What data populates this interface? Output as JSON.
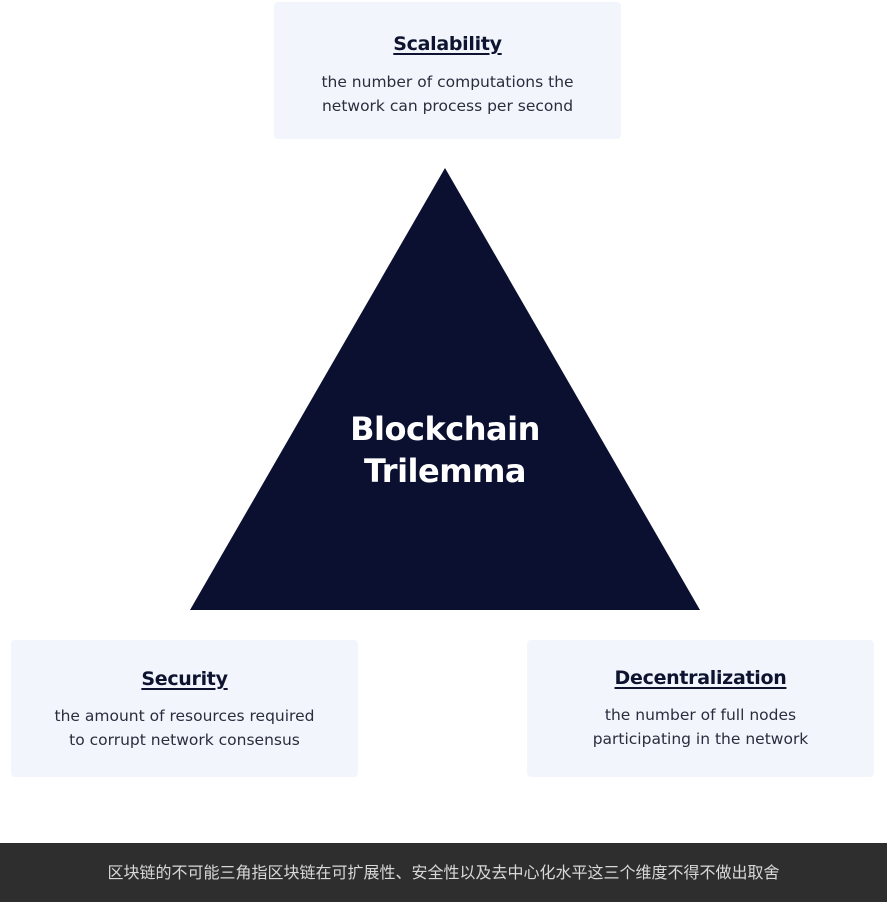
{
  "diagram": {
    "center_title_line1": "Blockchain",
    "center_title_line2": "Trilemma",
    "colors": {
      "triangle": "#0b1030",
      "card_background": "#f2f6fc",
      "title_text": "#0e1330",
      "caption_bar": "#2e2e2e"
    },
    "cards": {
      "top": {
        "title": "Scalability",
        "description": "the number of computations the\nnetwork can process per second"
      },
      "left": {
        "title": "Security",
        "description": "the amount of resources required\nto corrupt network consensus"
      },
      "right": {
        "title": "Decentralization",
        "description": "the number of full nodes\nparticipating in the network"
      }
    }
  },
  "caption": {
    "text": "区块链的不可能三角指区块链在可扩展性、安全性以及去中心化水平这三个维度不得不做出取舍"
  }
}
